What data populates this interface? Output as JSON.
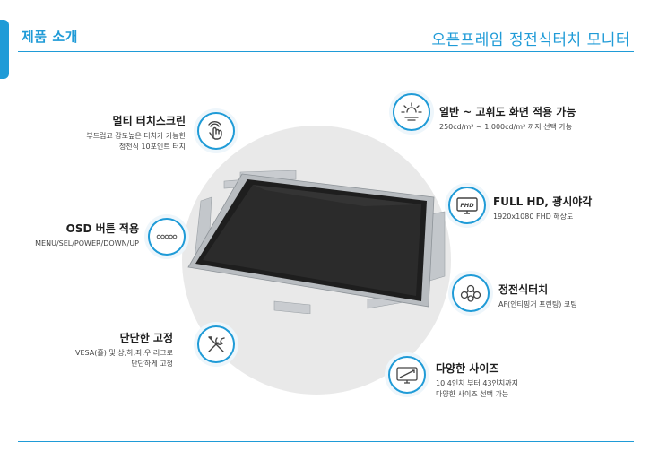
{
  "header": {
    "left_title": "제품 소개",
    "right_title": "오픈프레임 정전식터치 모니터"
  },
  "features": {
    "multitouch": {
      "title": "멀티 터치스크린",
      "desc1": "부드럽고 감도높은 터치가 가능한",
      "desc2": "정전식 10포인트 터치",
      "icon": "hand-touch-icon"
    },
    "osd": {
      "title": "OSD 버튼 적용",
      "desc1": "MENU/SEL/POWER/DOWN/UP",
      "icon": "osd-buttons-icon"
    },
    "fixing": {
      "title": "단단한 고정",
      "desc1": "VESA(홀) 및 상,하,좌,우 러그로",
      "desc2": "단단하게 고정",
      "icon": "tools-icon"
    },
    "brightness": {
      "title": "일반 ~ 고휘도 화면 적용 가능",
      "desc1": "250cd/m² ~ 1,000cd/m² 까지 선택 가능",
      "icon": "sun-icon"
    },
    "fullhd": {
      "title": "FULL HD, 광시야각",
      "desc1": "1920x1080 FHD 해상도",
      "icon": "fhd-monitor-icon",
      "badge_text": "FHD"
    },
    "capacitive": {
      "title": "정전식터치",
      "desc1": "AF(안티핑거 프린팅) 코팅",
      "icon": "circuit-icon"
    },
    "sizes": {
      "title": "다양한 사이즈",
      "desc1": "10.4인치 부터 43인치까지",
      "desc2": "다양한 사이즈 선택 가능",
      "icon": "monitor-size-icon"
    }
  },
  "colors": {
    "accent": "#1f9bd7",
    "circle": "#e9e9e9",
    "screen": "#2a2a2a",
    "frame": "#b8bcc0"
  }
}
